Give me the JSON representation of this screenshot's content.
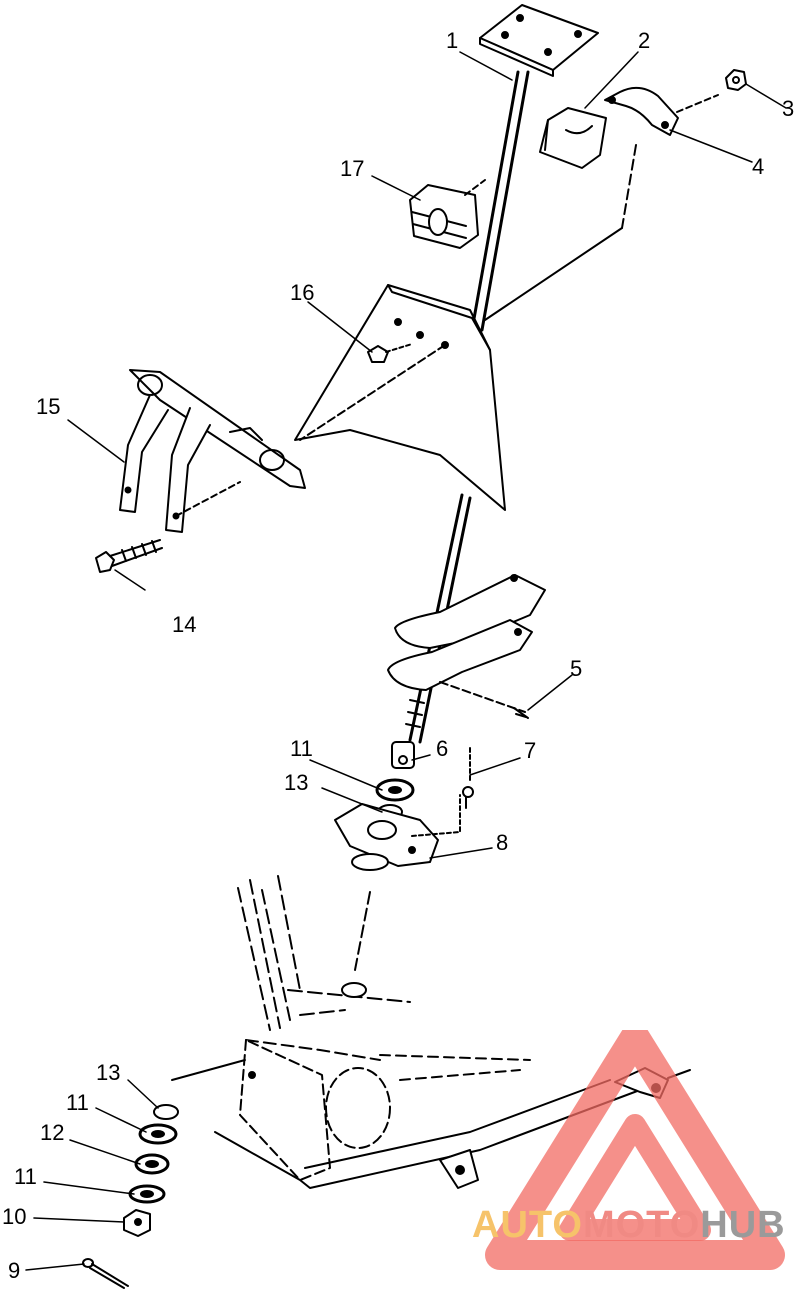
{
  "callouts": {
    "c1": "1",
    "c2": "2",
    "c3": "3",
    "c4": "4",
    "c5": "5",
    "c6": "6",
    "c7": "7",
    "c8": "8",
    "c9": "9",
    "c10": "10",
    "c11a": "11",
    "c11b": "11",
    "c11c": "11",
    "c12": "12",
    "c13a": "13",
    "c13b": "13",
    "c14": "14",
    "c15": "15",
    "c16": "16",
    "c17": "17"
  },
  "watermark": {
    "word_a": "AUTO",
    "word_b": "MOTO",
    "word_c": "HUB",
    "colors": {
      "auto": "#f6c36a",
      "moto": "#f08a84",
      "hub": "#9a9a9a",
      "triangle": "#f26b63"
    }
  }
}
